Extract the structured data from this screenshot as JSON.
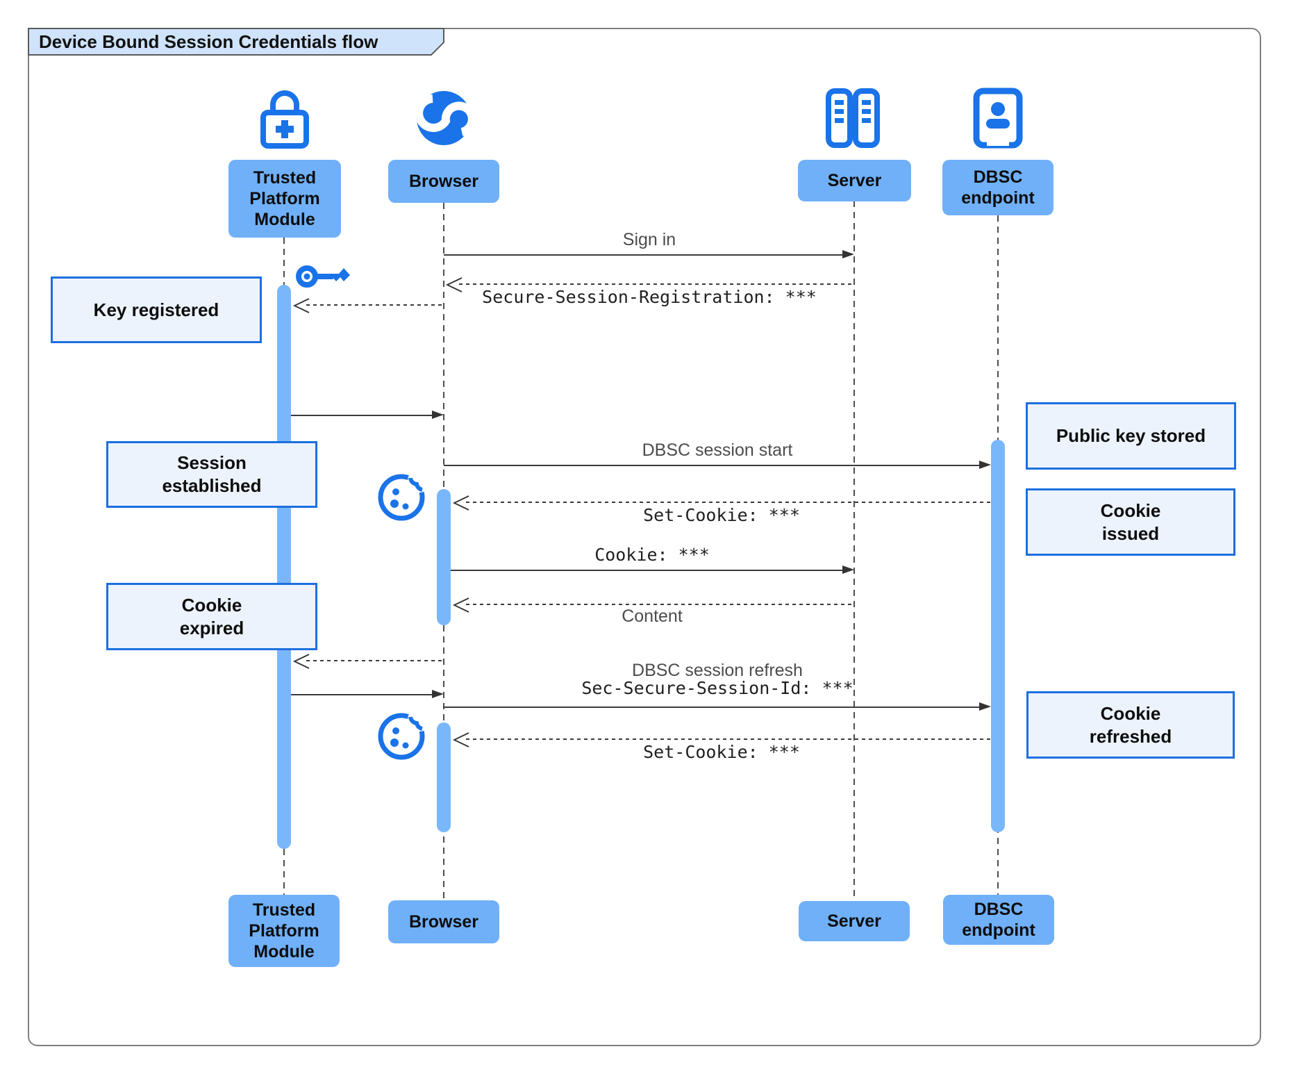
{
  "title": "Device Bound Session Credentials flow",
  "actors": [
    {
      "label": "Trusted\nPlatform\nModule",
      "icon": "lock-plus-icon"
    },
    {
      "label": "Browser",
      "icon": "globe-icon"
    },
    {
      "label": "Server",
      "icon": "server-rack-icon"
    },
    {
      "label": "DBSC\nendpoint",
      "icon": "doorway-person-icon"
    }
  ],
  "notes": [
    {
      "text": "Key registered"
    },
    {
      "text": "Session\nestablished"
    },
    {
      "text": "Cookie\nexpired"
    },
    {
      "text": "Public key stored"
    },
    {
      "text": "Cookie\nissued"
    },
    {
      "text": "Cookie\nrefreshed"
    }
  ],
  "messages": [
    {
      "text": "Sign in",
      "style": "plain"
    },
    {
      "text": "Secure-Session-Registration: ***",
      "style": "code"
    },
    {
      "text": "DBSC session start",
      "style": "plain"
    },
    {
      "text": "Set-Cookie: ***",
      "style": "code"
    },
    {
      "text": "Cookie: ***",
      "style": "code"
    },
    {
      "text": "Content",
      "style": "plain"
    },
    {
      "text": "DBSC session refresh",
      "style": "plain"
    },
    {
      "text": "Sec-Secure-Session-Id: ***",
      "style": "code"
    },
    {
      "text": "Set-Cookie: ***",
      "style": "code"
    }
  ],
  "colors": {
    "actor_fill": "#70b0f8",
    "activation_fill": "#79b7fa",
    "note_fill": "#ecf3fd",
    "note_border": "#1c6fe0",
    "icon_blue": "#1a73e8",
    "title_tab_fill": "#cfe3fb",
    "frame_border": "#7f7f7f",
    "arrow": "#3a3a3a"
  }
}
